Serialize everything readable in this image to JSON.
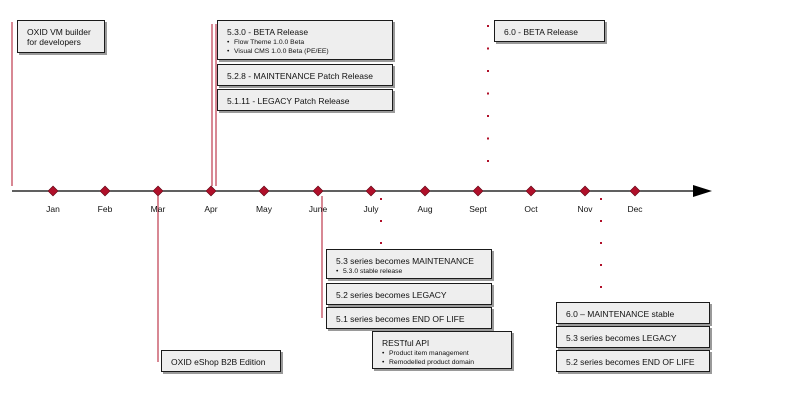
{
  "timeline": {
    "months": [
      "Jan",
      "Feb",
      "Mar",
      "Apr",
      "May",
      "June",
      "July",
      "Aug",
      "Sept",
      "Oct",
      "Nov",
      "Dec"
    ],
    "axis_color": "#000000",
    "marker_color": "#b0102a",
    "connector_color": "#b0102a"
  },
  "events": {
    "vm_builder": {
      "title": "OXID VM builder\nfor developers"
    },
    "beta_530": {
      "title": "5.3.0 - BETA Release",
      "bullets": [
        "Flow Theme 1.0.0 Beta",
        "Visual CMS 1.0.0 Beta (PE/EE)"
      ]
    },
    "maint_528": {
      "title": "5.2.8 - MAINTENANCE Patch Release"
    },
    "legacy_5111": {
      "title": "5.1.11 - LEGACY Patch Release"
    },
    "beta_60": {
      "title": "6.0 - BETA Release"
    },
    "b2b": {
      "title": "OXID eShop B2B Edition"
    },
    "s53_maint": {
      "title": "5.3 series becomes MAINTENANCE",
      "bullets": [
        "5.3.0 stable release"
      ]
    },
    "s52_legacy": {
      "title": "5.2 series becomes LEGACY"
    },
    "s51_eol": {
      "title": "5.1 series becomes END OF LIFE"
    },
    "restful": {
      "title": "RESTful API",
      "bullets": [
        "Product item management",
        "Remodelled product domain"
      ]
    },
    "maint_60": {
      "title": "6.0 – MAINTENANCE stable"
    },
    "s53_legacy": {
      "title": "5.3 series becomes LEGACY"
    },
    "s52_eol": {
      "title": "5.2 series becomes END OF LIFE"
    }
  }
}
